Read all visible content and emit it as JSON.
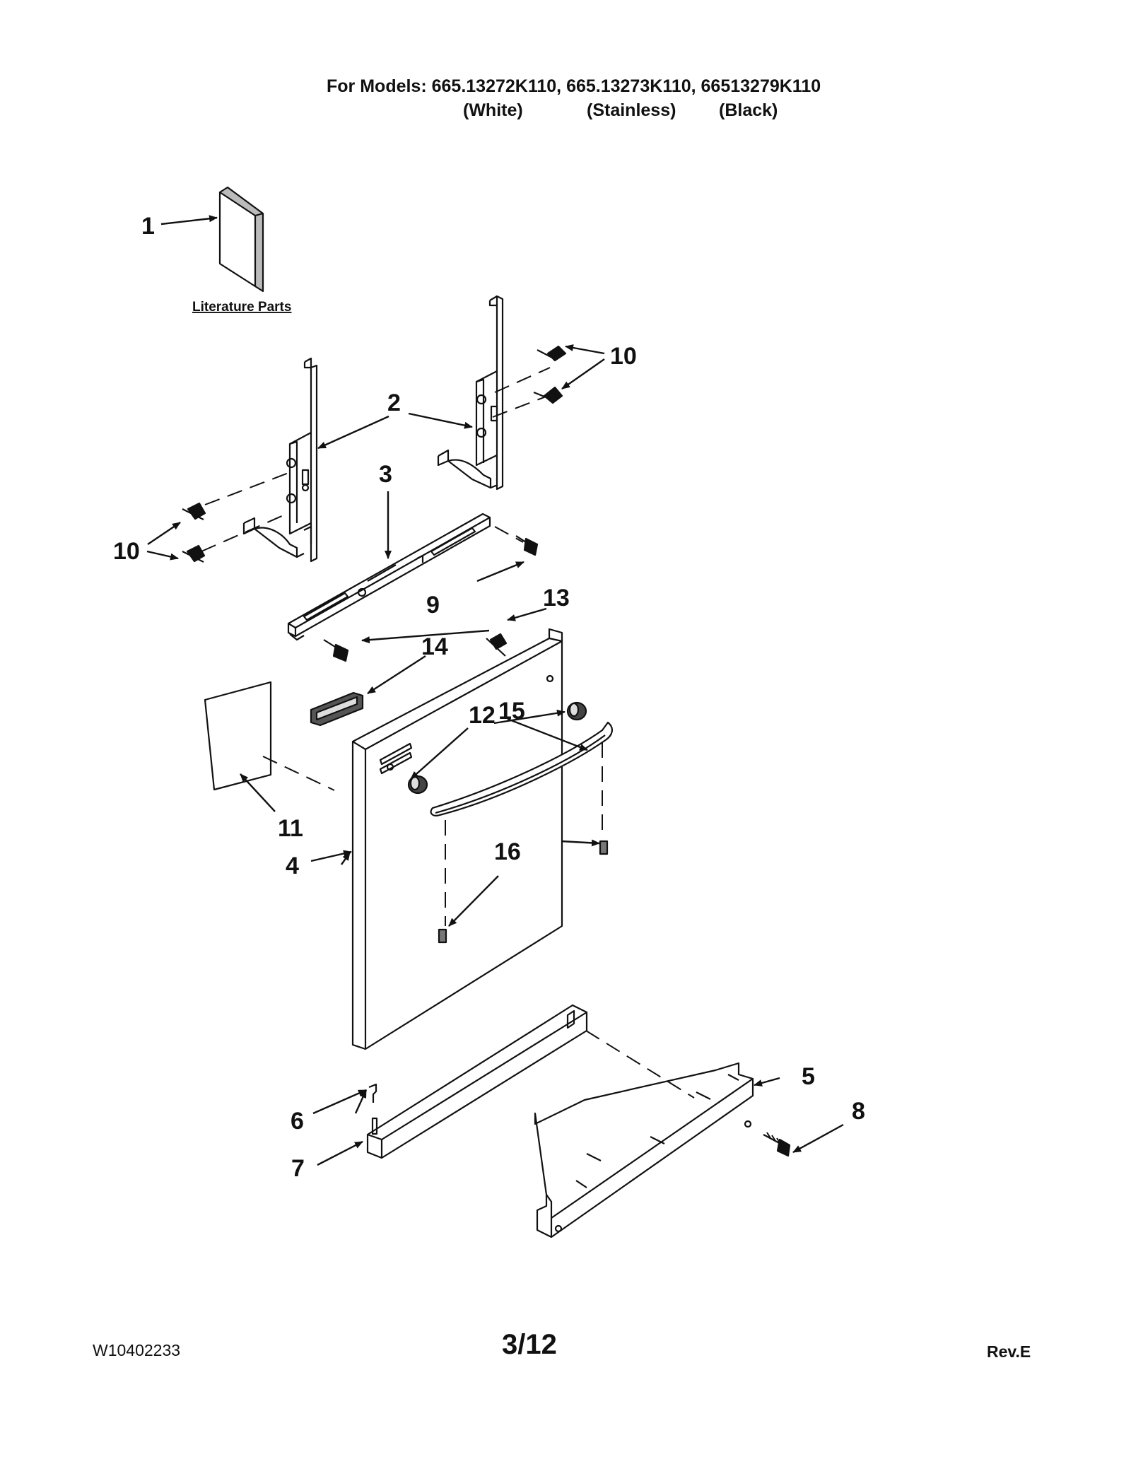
{
  "header": {
    "models_line": "For Models: 665.13272K110, 665.13273K110, 66513279K110",
    "variants": [
      "(White)",
      "(Stainless)",
      "(Black)"
    ]
  },
  "literature_label": "Literature Parts",
  "callouts": [
    "1",
    "2",
    "3",
    "4",
    "5",
    "6",
    "7",
    "8",
    "9",
    "10",
    "10",
    "11",
    "12",
    "13",
    "14",
    "15",
    "16"
  ],
  "footer": {
    "doc_number": "W10402233",
    "page": "3/12",
    "revision": "Rev.E"
  }
}
